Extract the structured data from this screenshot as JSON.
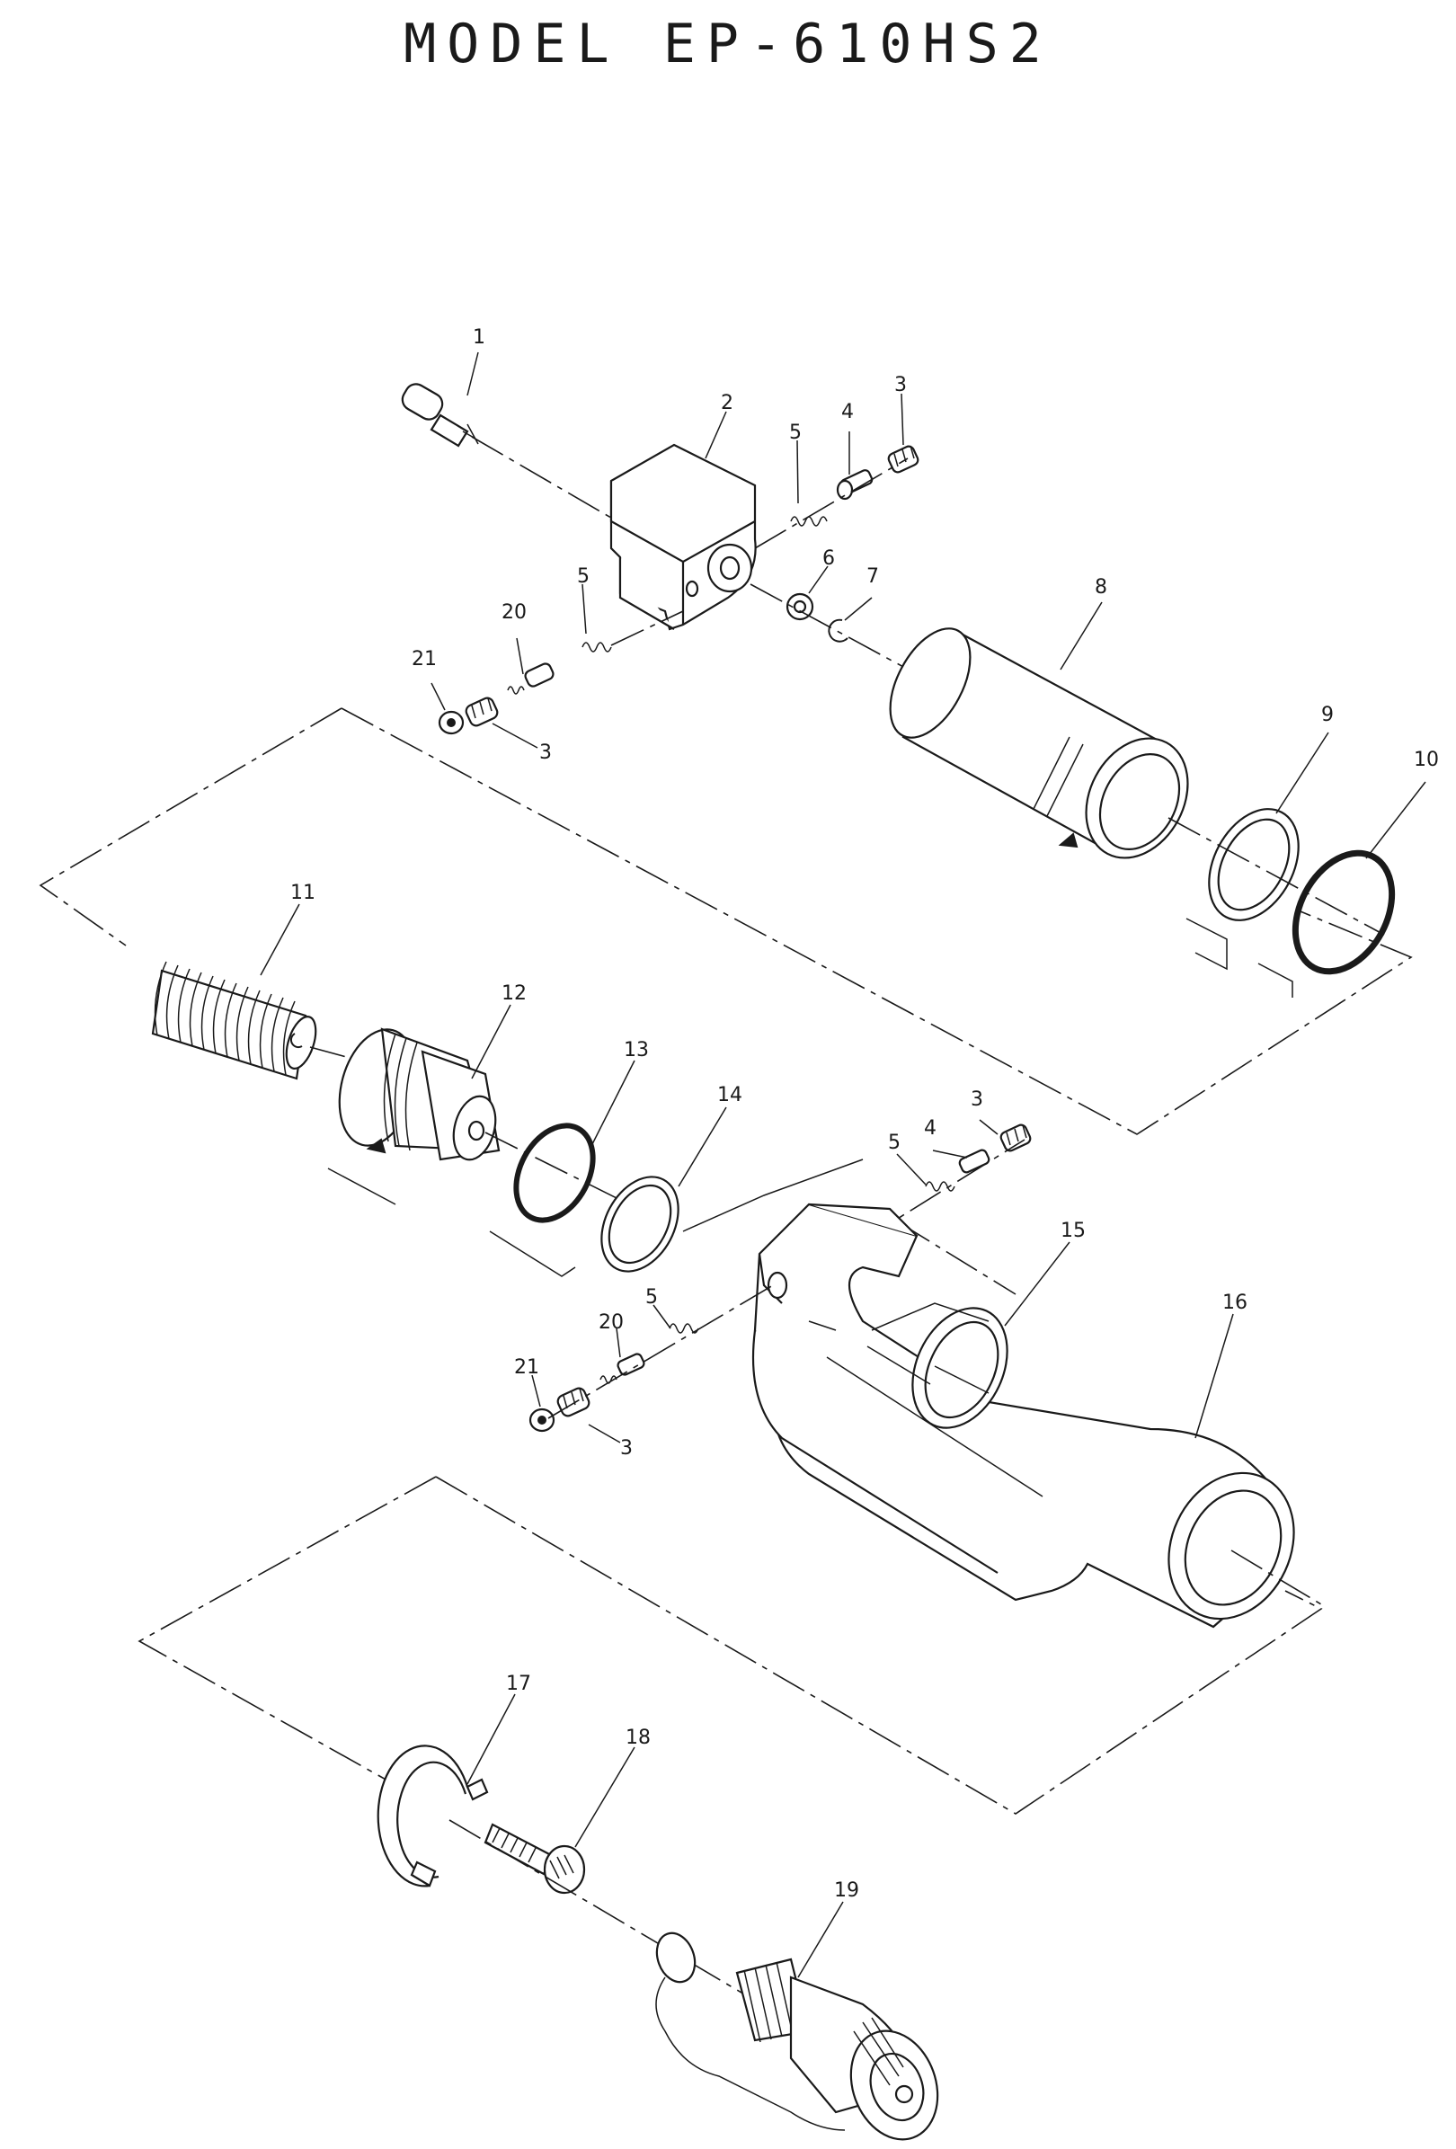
{
  "title": "MODEL EP-610HS2",
  "callouts": [
    "1",
    "2",
    "3",
    "4",
    "5",
    "6",
    "7",
    "8",
    "9",
    "10",
    "11",
    "12",
    "13",
    "14",
    "15",
    "16",
    "17",
    "18",
    "19",
    "20",
    "21"
  ]
}
